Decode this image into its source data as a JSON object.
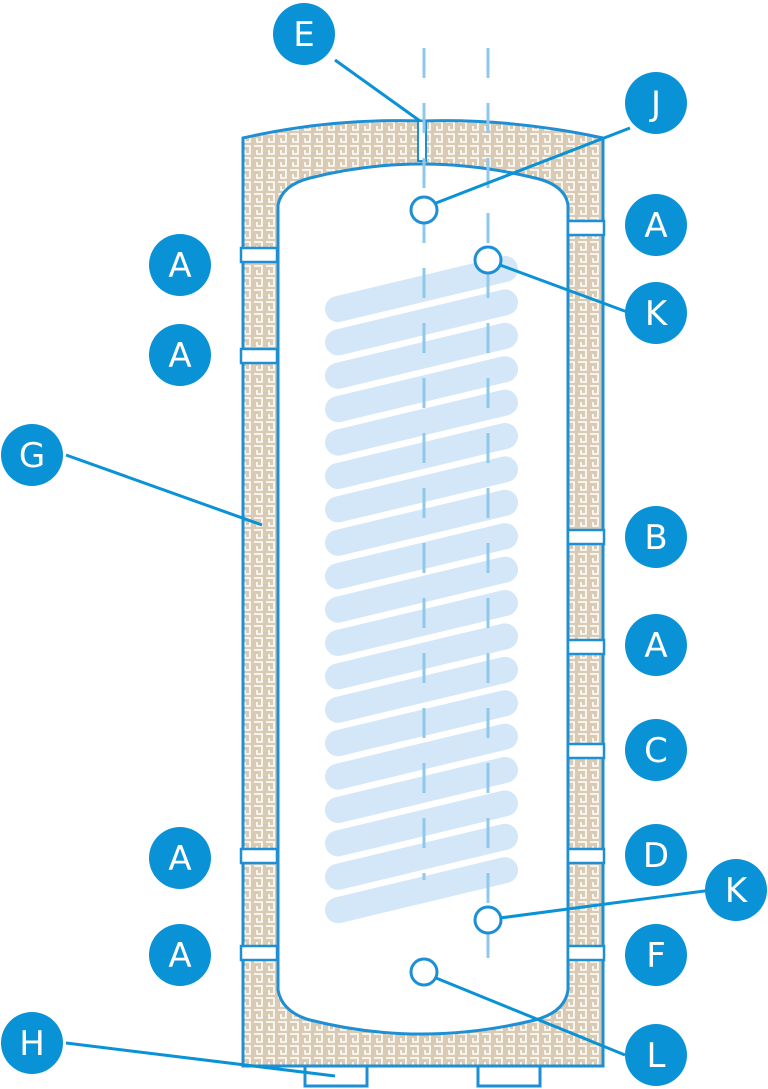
{
  "colors": {
    "accent": "#0a92d6",
    "outline": "#1e8fd4",
    "insulation": "#d9cab3",
    "coil": "#d3e7f8",
    "dashed": "#8fc8ea"
  },
  "callouts": [
    {
      "id": "E-top",
      "label": "E"
    },
    {
      "id": "J",
      "label": "J"
    },
    {
      "id": "A-right-1",
      "label": "A"
    },
    {
      "id": "A-left-1",
      "label": "A"
    },
    {
      "id": "K-top",
      "label": "K"
    },
    {
      "id": "A-left-2",
      "label": "A"
    },
    {
      "id": "G",
      "label": "G"
    },
    {
      "id": "B",
      "label": "B"
    },
    {
      "id": "A-right-2",
      "label": "A"
    },
    {
      "id": "C",
      "label": "C"
    },
    {
      "id": "A-left-3",
      "label": "A"
    },
    {
      "id": "D",
      "label": "D"
    },
    {
      "id": "K-bottom",
      "label": "K"
    },
    {
      "id": "A-left-4",
      "label": "A"
    },
    {
      "id": "F",
      "label": "F"
    },
    {
      "id": "H",
      "label": "H"
    },
    {
      "id": "L",
      "label": "L"
    }
  ]
}
